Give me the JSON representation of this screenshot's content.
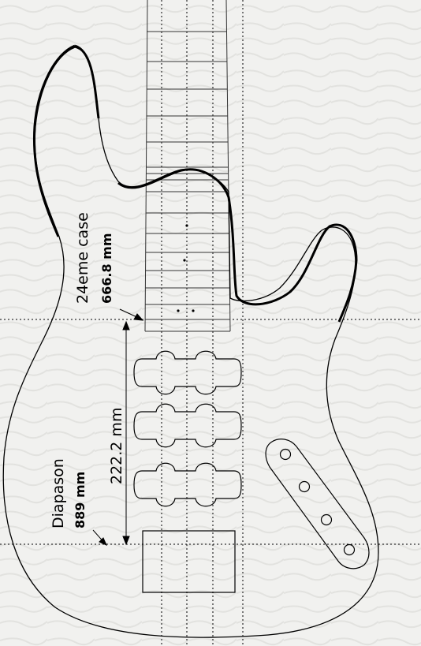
{
  "labels": {
    "fret24_title": "24eme case",
    "fret24_value": "666.8 mm",
    "gap_value": "222.2 mm",
    "scale_title": "Diapason",
    "scale_value": "889 mm"
  },
  "colors": {
    "paper": "#f1f1ef",
    "ink": "#000000"
  }
}
